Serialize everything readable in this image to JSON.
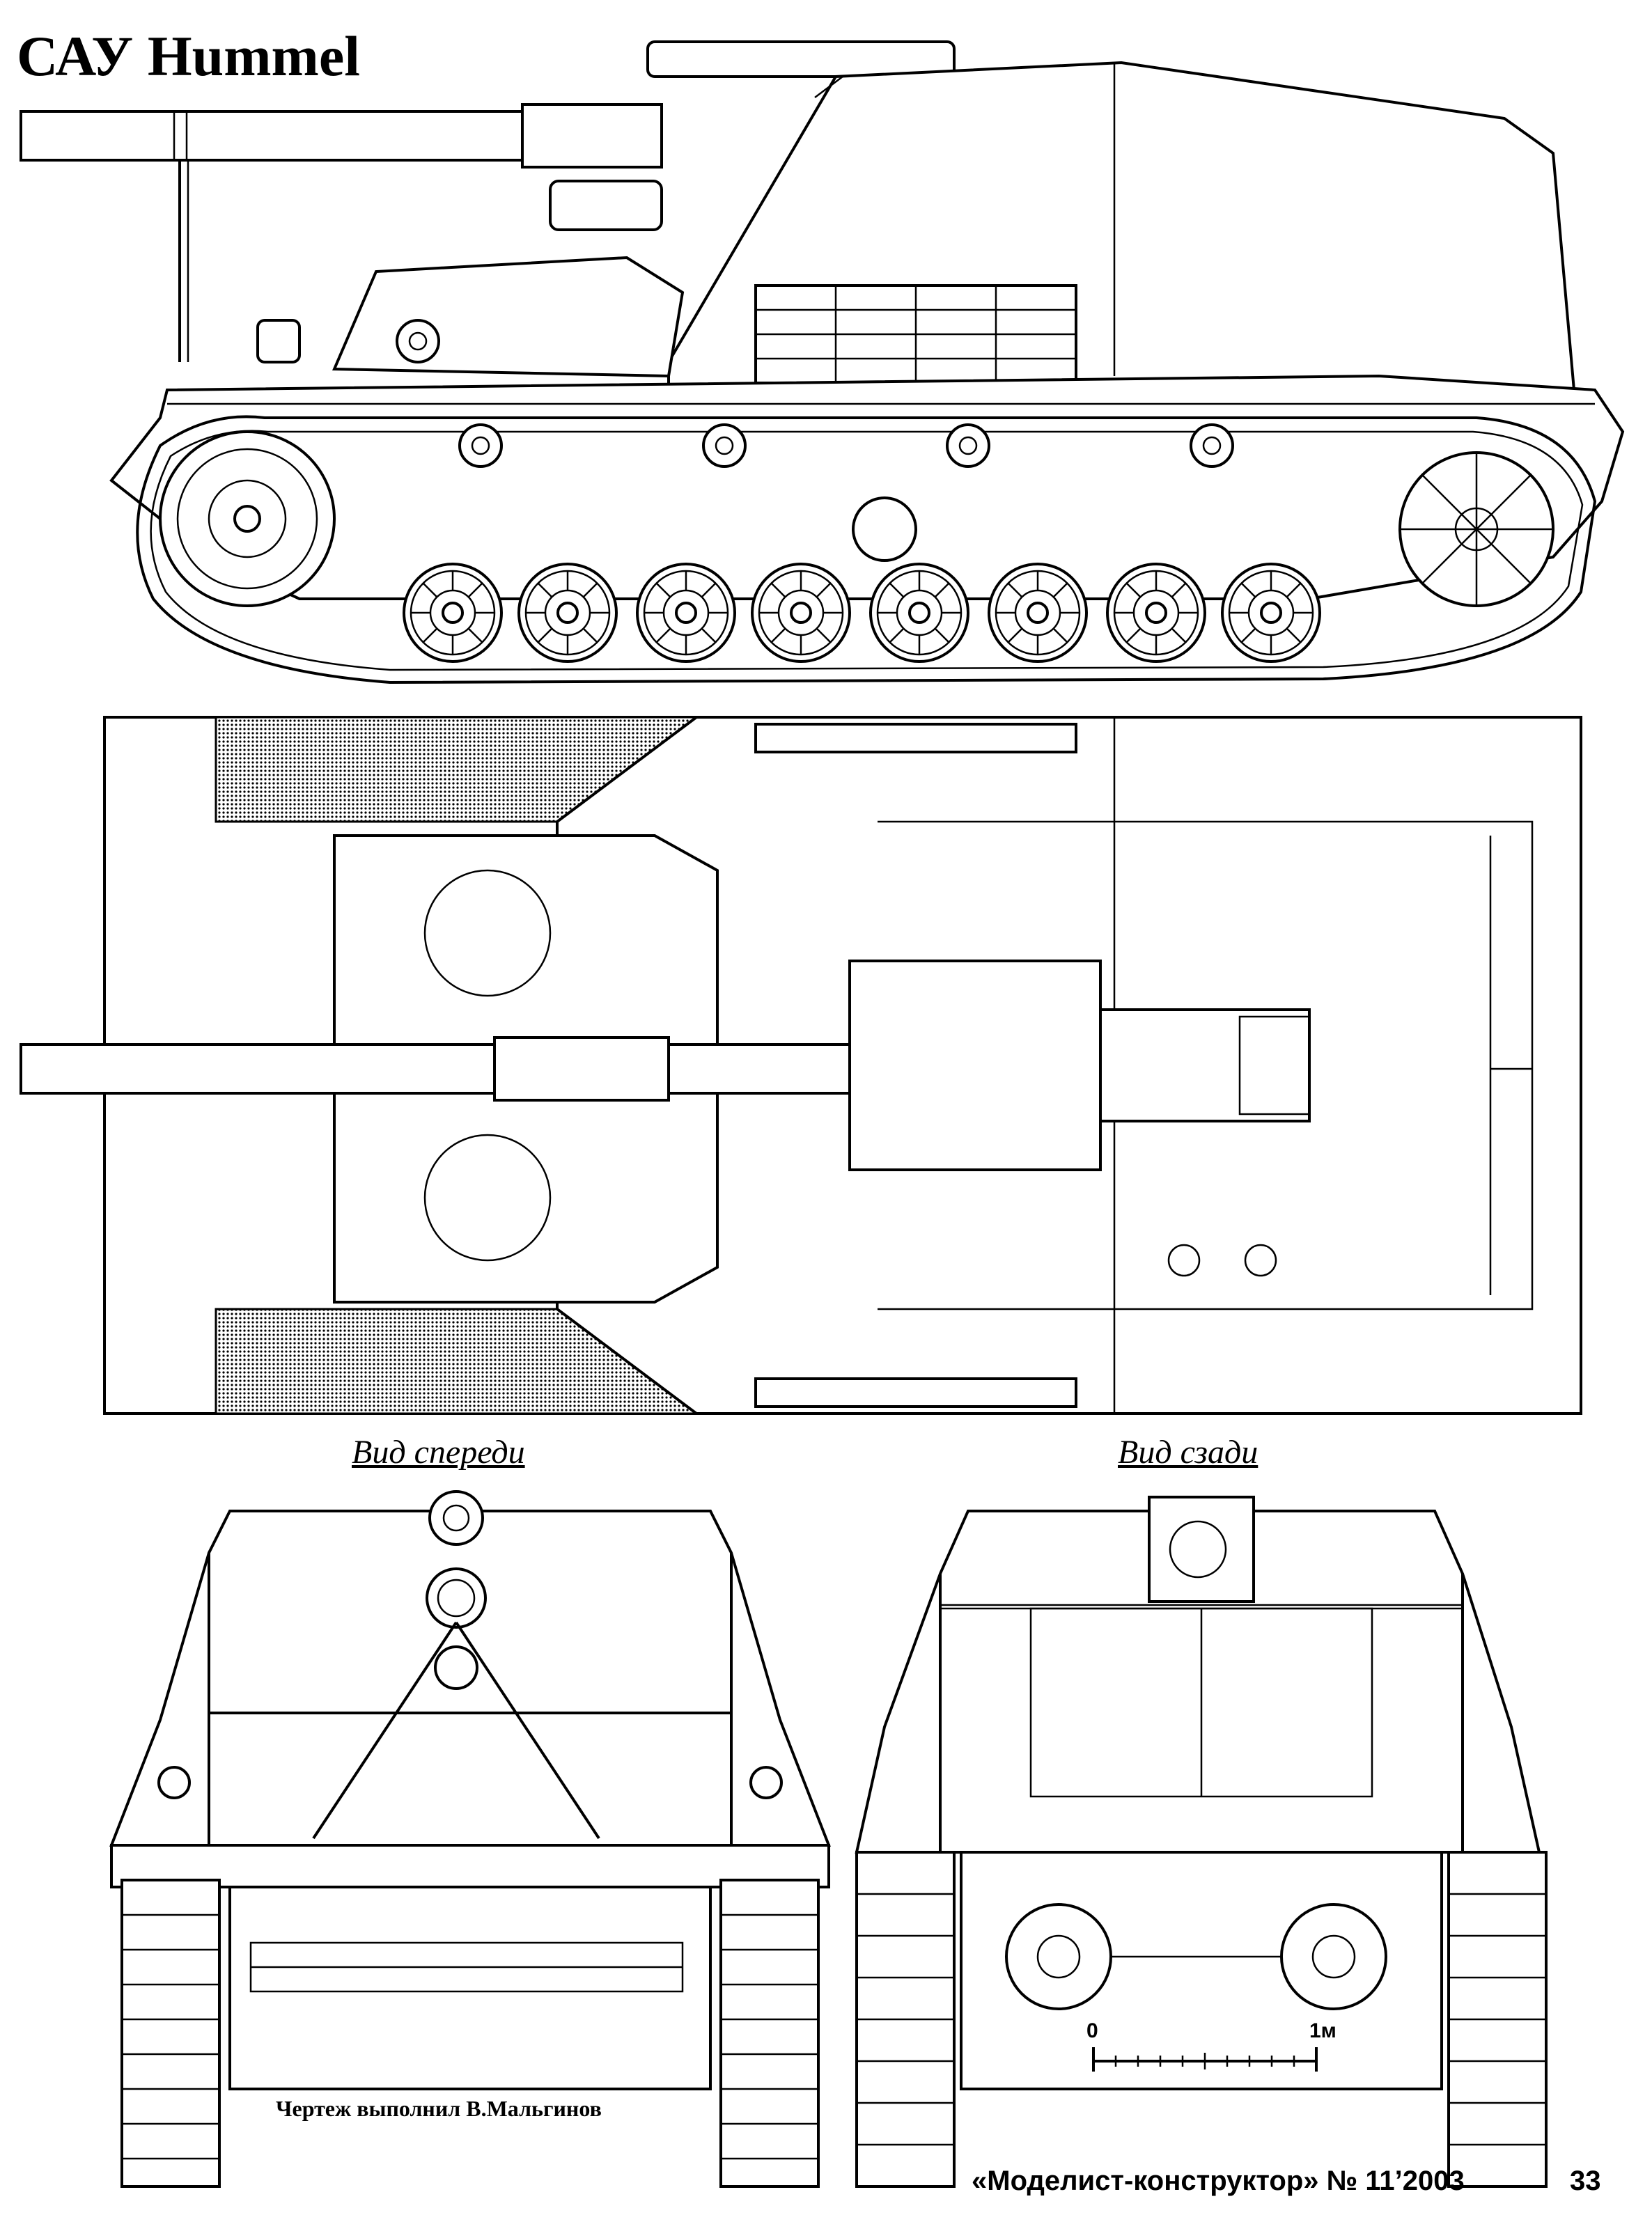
{
  "title": "САУ Hummel",
  "views": {
    "front_label": "Вид спереди",
    "rear_label": "Вид сзади"
  },
  "credit": "Чертеж выполнил В.Мальгинов",
  "scale_bar": {
    "start_label": "0",
    "end_label": "1м"
  },
  "publication": "«Моделист-конструктор» № 11’2003",
  "page_number": "33"
}
